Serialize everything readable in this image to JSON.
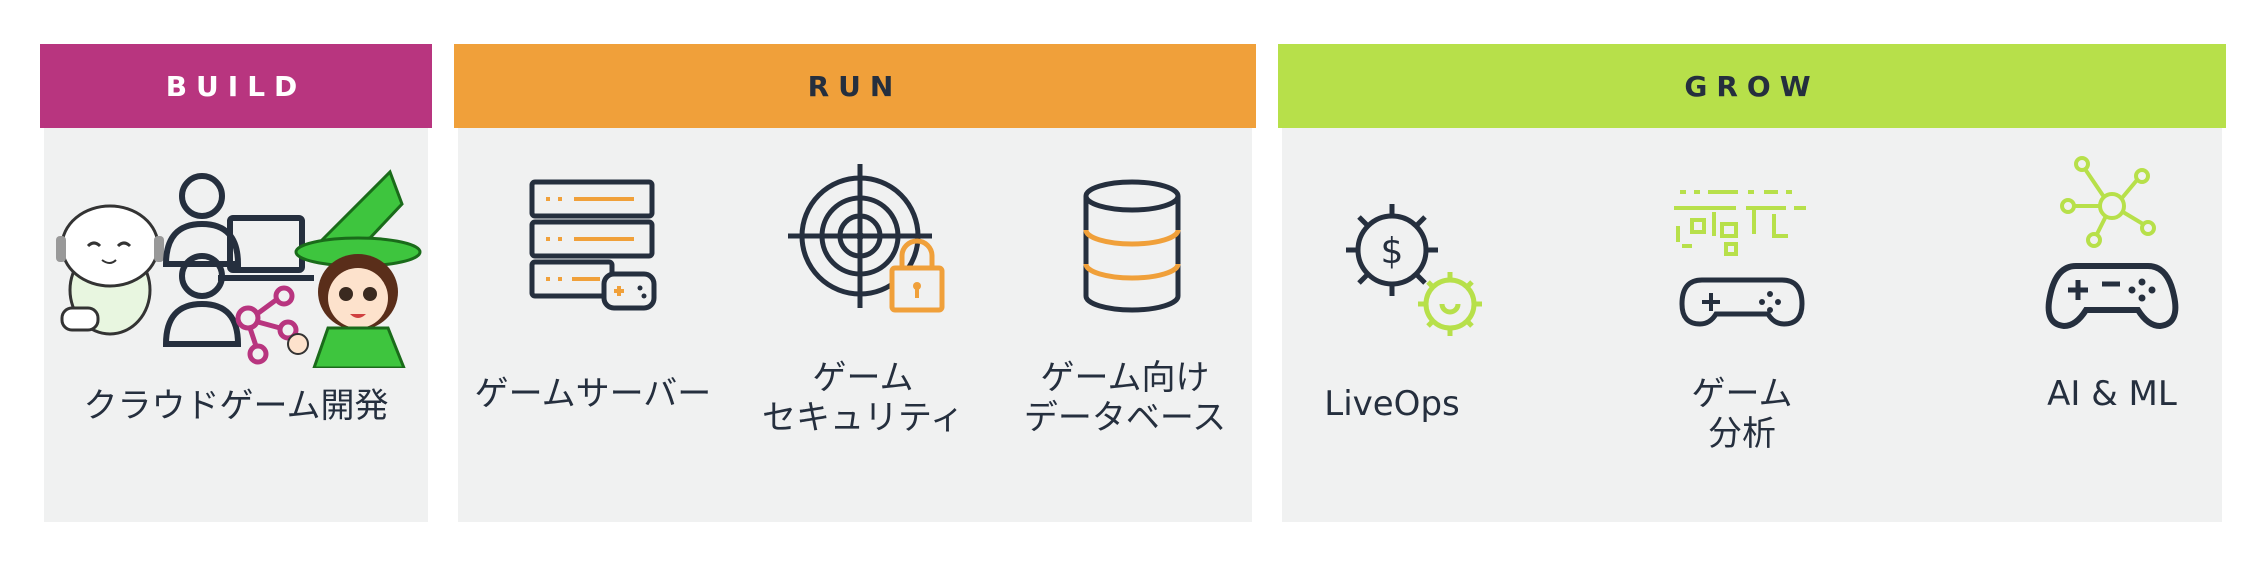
{
  "sections": [
    {
      "title": "BUILD",
      "header_color": "#b8357f",
      "header_text_color": "#ffffff",
      "items": [
        {
          "label_lines": [
            "クラウドゲーム開発"
          ],
          "icon": "cloud-game-dev-illustration"
        }
      ]
    },
    {
      "title": "RUN",
      "header_color": "#f0a03a",
      "header_text_color": "#252f3e",
      "items": [
        {
          "label_lines": [
            "ゲームサーバー"
          ],
          "icon": "game-server-icon"
        },
        {
          "label_lines": [
            "ゲーム",
            "セキュリティ"
          ],
          "icon": "target-lock-icon"
        },
        {
          "label_lines": [
            "ゲーム向け",
            "データベース"
          ],
          "icon": "database-icon"
        }
      ]
    },
    {
      "title": "GROW",
      "header_color": "#b7e04a",
      "header_text_color": "#252f3e",
      "items": [
        {
          "label_lines": [
            "LiveOps"
          ],
          "icon": "liveops-gears-icon"
        },
        {
          "label_lines": [
            "ゲーム",
            "分析"
          ],
          "icon": "game-analytics-icon"
        },
        {
          "label_lines": [
            "AI & ML"
          ],
          "icon": "ai-ml-controller-icon"
        }
      ]
    }
  ],
  "colors": {
    "panel_bg": "#f0f1f1",
    "dark": "#252f3e",
    "orange": "#f0a03a",
    "green": "#b7e04a",
    "magenta": "#b8357f"
  }
}
